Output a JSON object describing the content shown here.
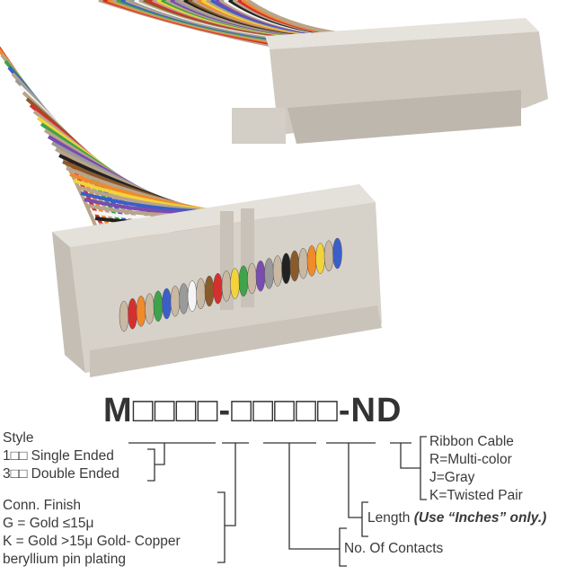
{
  "part_number": "M□□□□-□□□□□-ND",
  "style": {
    "title": "Style",
    "single": "1□□ Single Ended",
    "double": "3□□ Double Ended"
  },
  "finish": {
    "title": "Conn. Finish",
    "g": "G = Gold ≤15μ",
    "k": "K = Gold >15μ Gold- Copper",
    "k2": "beryllium pin plating"
  },
  "contacts": "No. Of Contacts",
  "length": {
    "label": "Length ",
    "note": "(Use “Inches” only.)"
  },
  "cable": {
    "title": "Ribbon Cable",
    "r": "R=Multi-color",
    "j": "J=Gray",
    "k": "K=Twisted Pair"
  },
  "colors": {
    "connector": "#d9d4cc",
    "wires": [
      "#8b5a2b",
      "#d62f2f",
      "#f08a2a",
      "#f2d33a",
      "#3ea34a",
      "#3a5fc8",
      "#7a4bb0",
      "#9a9a9a",
      "#f5f5f5",
      "#222222"
    ]
  }
}
